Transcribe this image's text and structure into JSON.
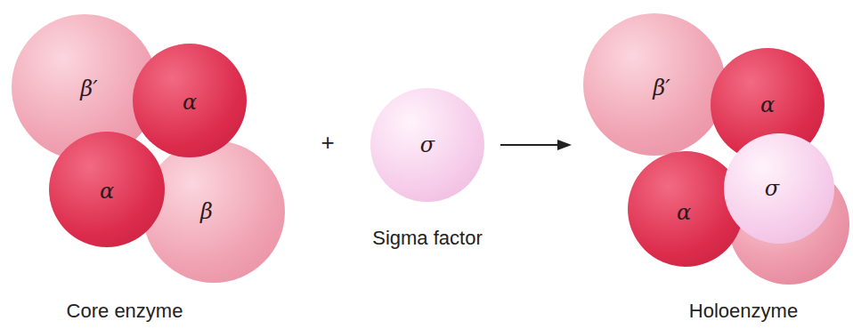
{
  "diagram": {
    "nodes": [
      {
        "text": [
          "β′"
        ]
      },
      {
        "text": [
          "α"
        ]
      },
      {
        "text": [
          "α"
        ]
      },
      {
        "text": [
          "β"
        ]
      },
      {
        "text": [
          "σ"
        ]
      },
      {
        "text": [
          "β′"
        ]
      },
      {
        "text": [
          "α"
        ]
      },
      {
        "text": [
          "α"
        ]
      },
      {
        "text": [
          "σ"
        ]
      }
    ],
    "labels": [
      "+",
      "Sigma factor",
      "Core enzyme",
      "Holoenzyme"
    ]
  }
}
